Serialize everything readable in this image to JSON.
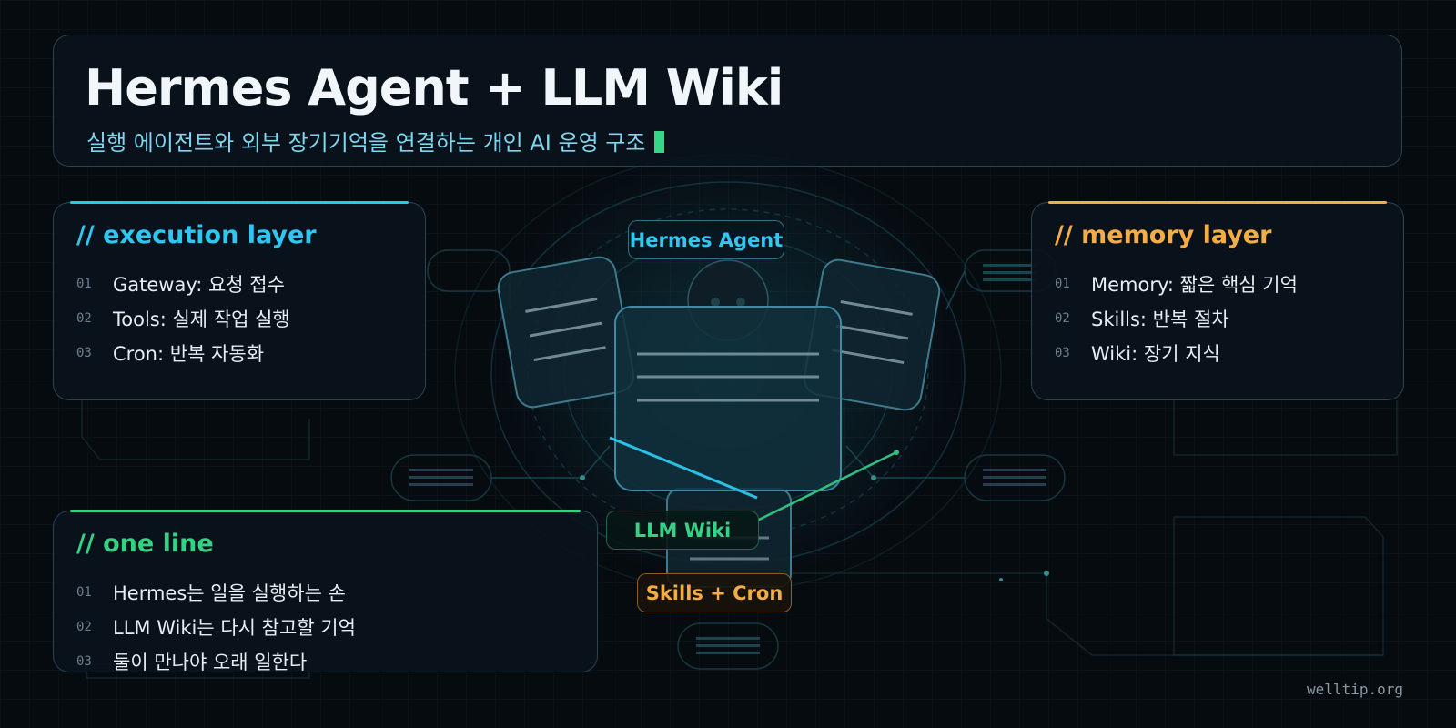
{
  "header": {
    "title": "Hermes Agent + LLM Wiki",
    "subtitle": "실행 에이전트와 외부 장기기억을 연결하는 개인 AI 운영 구조"
  },
  "execution_layer": {
    "title": "// execution layer",
    "items": [
      {
        "num": "01",
        "text": "Gateway: 요청 접수"
      },
      {
        "num": "02",
        "text": "Tools: 실제 작업 실행"
      },
      {
        "num": "03",
        "text": "Cron: 반복 자동화"
      }
    ]
  },
  "memory_layer": {
    "title": "// memory layer",
    "items": [
      {
        "num": "01",
        "text": "Memory: 짧은 핵심 기억"
      },
      {
        "num": "02",
        "text": "Skills: 반복 절차"
      },
      {
        "num": "03",
        "text": "Wiki: 장기 지식"
      }
    ]
  },
  "one_line": {
    "title": "// one line",
    "items": [
      {
        "num": "01",
        "text": "Hermes는 일을 실행하는 손"
      },
      {
        "num": "02",
        "text": "LLM Wiki는 다시 참고할 기억"
      },
      {
        "num": "03",
        "text": "둘이 만나야 오래 일한다"
      }
    ]
  },
  "diagram": {
    "hermes_label": "Hermes Agent",
    "wiki_label": "LLM Wiki",
    "skills_label": "Skills + Cron"
  },
  "footer": {
    "site": "welltip.org"
  },
  "colors": {
    "background": "#060b10",
    "execution_accent": "#2fc7f1",
    "memory_accent": "#f4ac45",
    "oneline_accent": "#33d386",
    "cursor": "#34d68a"
  }
}
